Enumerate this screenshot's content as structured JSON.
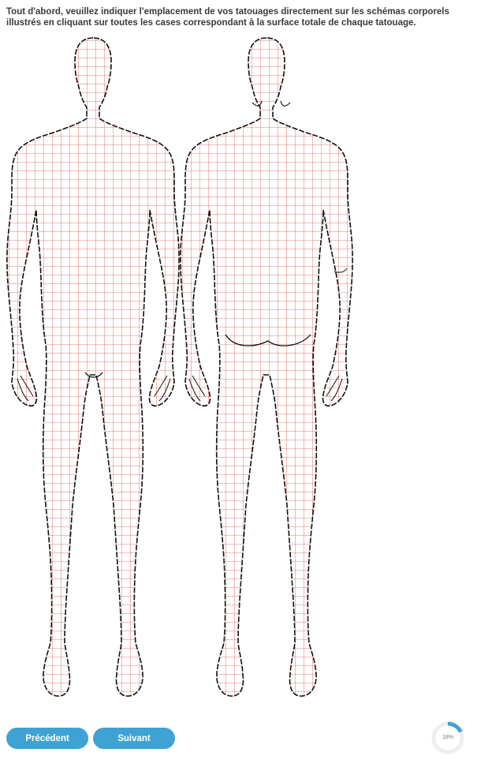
{
  "instructions": "Tout d'abord, veuillez indiquer l'emplacement de vos tatouages directement sur les schémas corporels illustrés en cliquant sur toutes les cases correspondant à la surface totale de chaque tatouage.",
  "diagram": {
    "figures": [
      "front-view",
      "back-view"
    ],
    "grid_color": "#d9534f",
    "outline_color": "#111111"
  },
  "buttons": {
    "previous_label": "Précédent",
    "next_label": "Suivant",
    "color": "#3fa2d4"
  },
  "progress": {
    "value": 0.18,
    "label": "18%",
    "color": "#3fa2d4"
  }
}
